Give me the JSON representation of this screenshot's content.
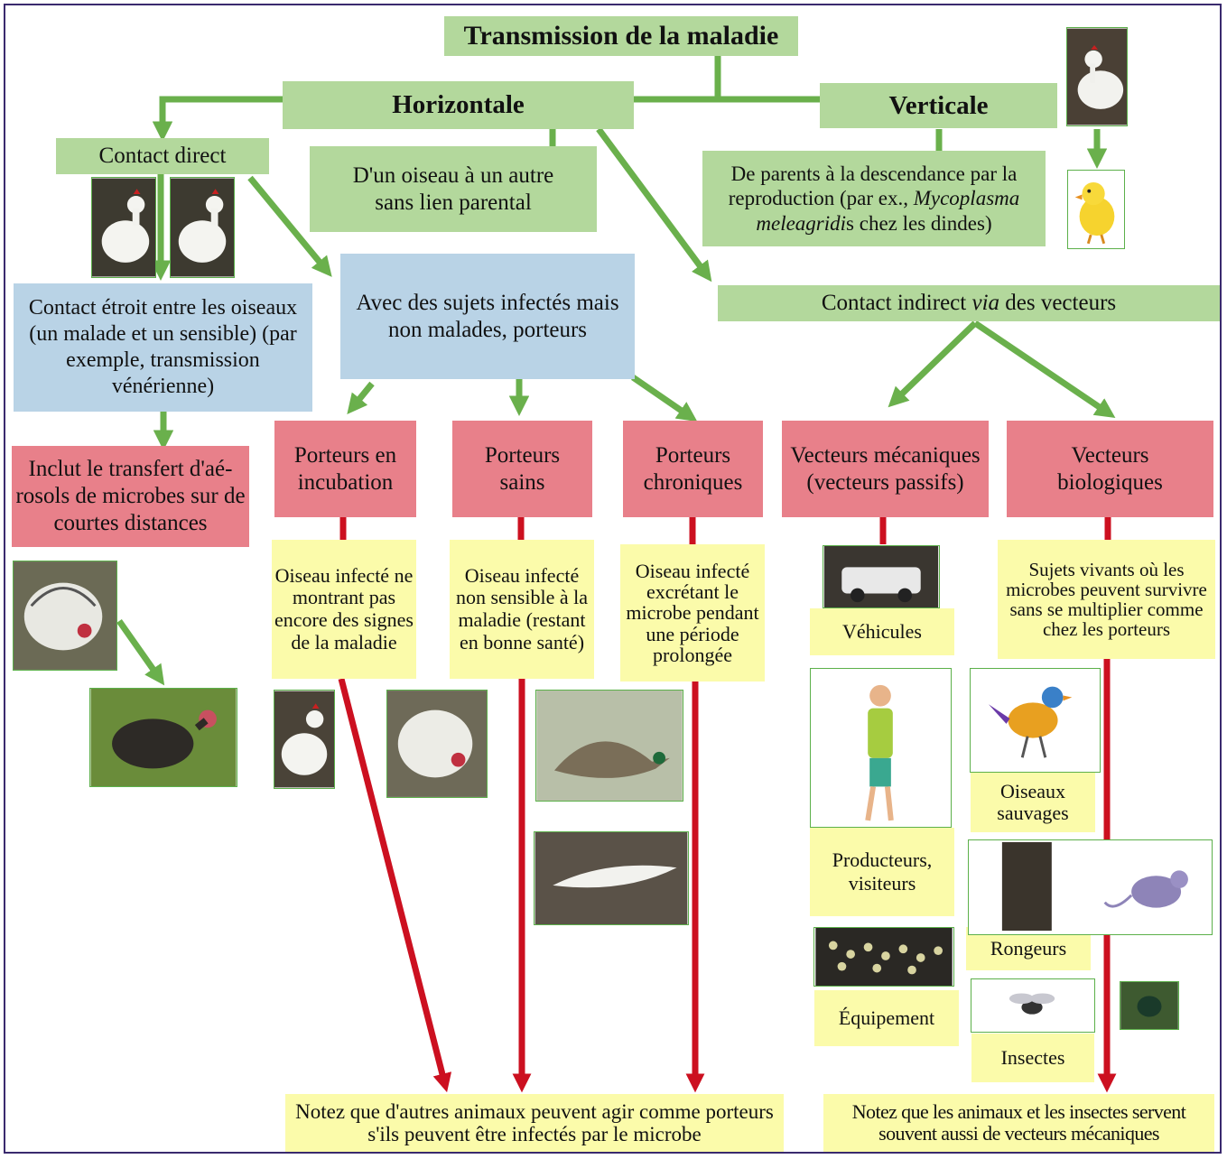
{
  "title": "Transmission de la maladie",
  "horizontal": "Horizontale",
  "vertical": "Verticale",
  "contact_direct": "Contact direct",
  "horizontal_desc": "D'un oiseau à un autre sans lien parental",
  "vertical_desc_1": "De parents à la descendance par la reproduction (par ex., ",
  "vertical_desc_species": "Mycoplasma meleagridi",
  "vertical_desc_2": "s chez les dindes)",
  "contact_etroit": "Contact étroit entre les oiseaux (un malade et un sensible) (par exemple, transmission vénérienne)",
  "sujets_infectes": "Avec des sujets infectés mais non malades, porteurs",
  "indirect_1": "Contact indirect ",
  "indirect_via": "via",
  "indirect_2": " des vecteurs",
  "aerosols": "Inclut le transfert d'aé-rosols de microbes sur de courtes distances",
  "porteurs_incubation": "Porteurs en incubation",
  "porteurs_sains": "Porteurs sains",
  "porteurs_chroniques": "Porteurs chroniques",
  "vecteurs_mecaniques": "Vecteurs mécaniques (vecteurs passifs)",
  "vecteurs_biologiques": "Vecteurs biologiques",
  "desc_incubation": "Oiseau infecté ne montrant pas encore des signes de la maladie",
  "desc_sains": "Oiseau infecté non sensible à la maladie (restant en bonne santé)",
  "desc_chroniques": "Oiseau infecté excrétant le microbe pendant une période prolongée",
  "desc_biologiques": "Sujets vivants où les microbes peuvent survivre sans se multiplier comme chez les porteurs",
  "vehicules": "Véhicules",
  "producteurs": "Producteurs, visiteurs",
  "equipement": "Équipement",
  "oiseaux_sauvages": "Oiseaux sauvages",
  "rongeurs": "Rongeurs",
  "insectes": "Insectes",
  "note_animaux": "Notez que d'autres animaux peuvent agir comme porteurs s'ils peuvent être infectés par le microbe",
  "note_insectes": "Notez que les animaux et les insectes servent souvent aussi de vecteurs mécaniques",
  "colors": {
    "green_box": "#b3d89c",
    "green_arrow": "#6ab04c",
    "blue_box": "#b9d3e6",
    "red_box": "#e8808a",
    "red_arrow": "#cc1020",
    "yellow_box": "#fbfbaa"
  }
}
